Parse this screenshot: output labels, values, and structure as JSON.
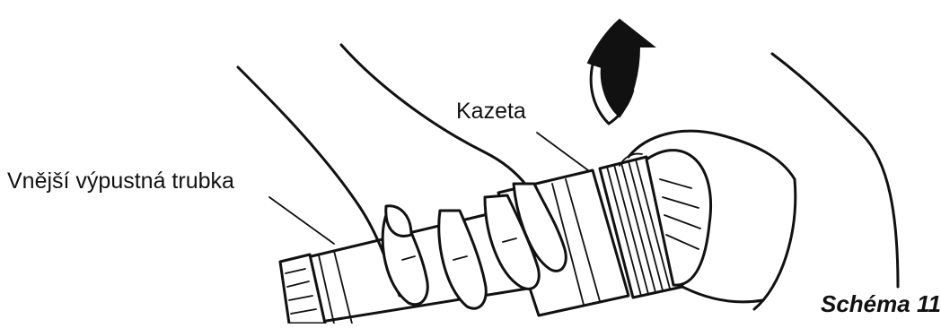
{
  "labels": {
    "outlet_tube": "Vnější výpustná trubka",
    "cartridge": "Kazeta",
    "figure": "Schéma 11"
  },
  "icons": {
    "rotation_arrow": "curved-arrow-up-icon"
  },
  "colors": {
    "ink": "#111111",
    "background": "#ffffff"
  }
}
